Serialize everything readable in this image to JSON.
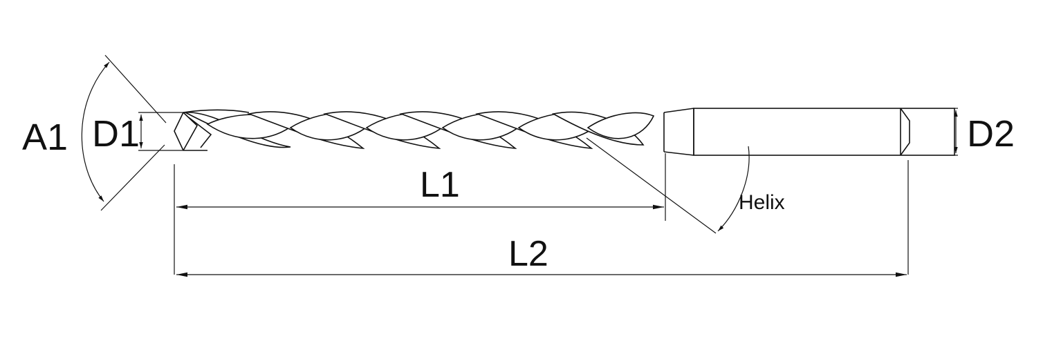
{
  "labels": {
    "a1": "A1",
    "d1": "D1",
    "d2": "D2",
    "l1": "L1",
    "l2": "L2",
    "helix": "Helix"
  }
}
